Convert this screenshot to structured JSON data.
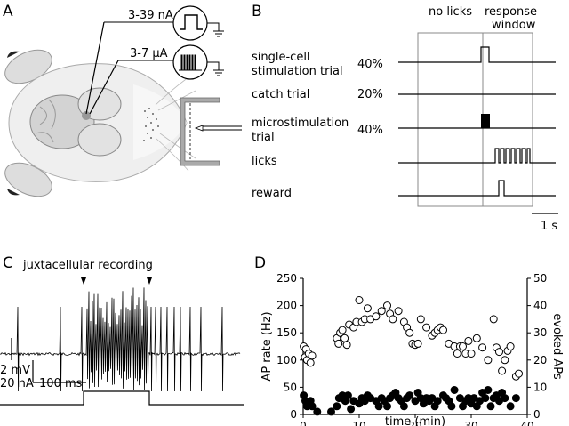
{
  "panels": {
    "a": {
      "letter": "A",
      "current_label": "3-39 nA",
      "micro_label": "3-7 μA"
    },
    "b": {
      "letter": "B",
      "window_no_licks": "no licks",
      "window_response_l1": "response",
      "window_response_l2": "window",
      "rows": [
        {
          "label_lines": [
            "single-cell",
            "stimulation trial"
          ],
          "pct": "40%"
        },
        {
          "label_lines": [
            "catch trial"
          ],
          "pct": "20%"
        },
        {
          "label_lines": [
            "microstimulation",
            "trial"
          ],
          "pct": "40%"
        },
        {
          "label_lines": [
            "licks"
          ],
          "pct": ""
        },
        {
          "label_lines": [
            "reward"
          ],
          "pct": ""
        }
      ],
      "scale_label": "1 s"
    },
    "c": {
      "letter": "C",
      "title": "juxtacellular recording",
      "scale_mv": "2 mV",
      "scale_na": "20 nA",
      "scale_ms": "100 ms"
    },
    "d": {
      "letter": "D"
    }
  },
  "chart_data": {
    "type": "scatter",
    "xlabel": "time (min)",
    "ylabel": "AP rate (Hz)",
    "y2label": "evoked APs",
    "xlim": [
      0,
      40
    ],
    "ylim": [
      0,
      250
    ],
    "y2lim": [
      0,
      50
    ],
    "xticks": [
      "0",
      "10",
      "20",
      "30",
      "40"
    ],
    "yticks": [
      "0",
      "50",
      "100",
      "150",
      "200",
      "250"
    ],
    "y2ticks": [
      "0",
      "10",
      "20",
      "30",
      "40",
      "50"
    ],
    "series": [
      {
        "axis": "left",
        "marker": "open-circle",
        "points": [
          [
            0.1,
            125
          ],
          [
            0.3,
            105
          ],
          [
            0.5,
            120
          ],
          [
            0.7,
            100
          ],
          [
            1.0,
            112
          ],
          [
            1.3,
            95
          ],
          [
            1.6,
            108
          ],
          [
            6.0,
            140
          ],
          [
            6.3,
            130
          ],
          [
            6.6,
            150
          ],
          [
            7.0,
            155
          ],
          [
            7.4,
            140
          ],
          [
            7.8,
            128
          ],
          [
            8.2,
            165
          ],
          [
            9.0,
            160
          ],
          [
            9.5,
            170
          ],
          [
            10.0,
            210
          ],
          [
            10.5,
            170
          ],
          [
            11.0,
            175
          ],
          [
            11.5,
            195
          ],
          [
            12.0,
            175
          ],
          [
            13.0,
            180
          ],
          [
            14.0,
            190
          ],
          [
            15.0,
            200
          ],
          [
            15.5,
            185
          ],
          [
            16.0,
            175
          ],
          [
            17.0,
            190
          ],
          [
            18.0,
            170
          ],
          [
            18.5,
            160
          ],
          [
            19.0,
            150
          ],
          [
            19.5,
            130
          ],
          [
            20.0,
            128
          ],
          [
            20.5,
            130
          ],
          [
            21.0,
            175
          ],
          [
            22.0,
            160
          ],
          [
            23.0,
            145
          ],
          [
            23.5,
            150
          ],
          [
            24.0,
            155
          ],
          [
            24.5,
            160
          ],
          [
            25.0,
            155
          ],
          [
            26.0,
            130
          ],
          [
            27.0,
            125
          ],
          [
            27.5,
            112
          ],
          [
            28.0,
            125
          ],
          [
            28.5,
            125
          ],
          [
            29.0,
            112
          ],
          [
            29.5,
            135
          ],
          [
            30.0,
            112
          ],
          [
            31.0,
            140
          ],
          [
            32.0,
            123
          ],
          [
            33.0,
            100
          ],
          [
            34.0,
            175
          ],
          [
            34.5,
            123
          ],
          [
            35.0,
            115
          ],
          [
            35.5,
            80
          ],
          [
            36.0,
            100
          ],
          [
            36.5,
            117
          ],
          [
            37.0,
            125
          ],
          [
            38.0,
            70
          ],
          [
            38.5,
            75
          ]
        ]
      },
      {
        "axis": "right",
        "marker": "filled-circle",
        "points": [
          [
            0.1,
            7
          ],
          [
            0.4,
            5
          ],
          [
            0.7,
            3
          ],
          [
            1.0,
            4
          ],
          [
            1.3,
            5
          ],
          [
            1.6,
            3
          ],
          [
            2.5,
            1
          ],
          [
            5.0,
            1
          ],
          [
            6.0,
            3
          ],
          [
            6.4,
            6
          ],
          [
            7.0,
            7
          ],
          [
            7.5,
            5
          ],
          [
            8.0,
            7
          ],
          [
            8.5,
            2
          ],
          [
            9.0,
            5
          ],
          [
            10.0,
            4
          ],
          [
            10.5,
            6
          ],
          [
            11.0,
            5
          ],
          [
            11.5,
            7
          ],
          [
            12.0,
            6
          ],
          [
            13.0,
            5
          ],
          [
            13.5,
            3
          ],
          [
            14.0,
            6
          ],
          [
            14.5,
            5
          ],
          [
            15.0,
            3
          ],
          [
            15.5,
            6
          ],
          [
            16.0,
            7
          ],
          [
            16.5,
            8
          ],
          [
            17.0,
            6
          ],
          [
            17.5,
            5
          ],
          [
            18.0,
            3
          ],
          [
            18.5,
            6
          ],
          [
            19.0,
            7
          ],
          [
            20.0,
            5
          ],
          [
            20.5,
            8
          ],
          [
            21.0,
            6
          ],
          [
            21.5,
            4
          ],
          [
            22.0,
            6
          ],
          [
            22.5,
            5
          ],
          [
            23.0,
            6
          ],
          [
            23.5,
            3
          ],
          [
            24.0,
            5
          ],
          [
            25.0,
            7
          ],
          [
            25.5,
            6
          ],
          [
            26.0,
            5
          ],
          [
            26.5,
            3
          ],
          [
            27.0,
            9
          ],
          [
            28.0,
            6
          ],
          [
            28.5,
            3
          ],
          [
            29.0,
            5
          ],
          [
            29.5,
            6
          ],
          [
            30.0,
            4
          ],
          [
            30.5,
            6
          ],
          [
            31.0,
            3
          ],
          [
            31.5,
            5
          ],
          [
            32.0,
            8
          ],
          [
            32.5,
            6
          ],
          [
            33.0,
            9
          ],
          [
            33.5,
            3
          ],
          [
            34.0,
            6
          ],
          [
            34.5,
            7
          ],
          [
            35.0,
            5
          ],
          [
            35.5,
            8
          ],
          [
            36.0,
            6
          ],
          [
            37.0,
            3
          ],
          [
            38.0,
            6
          ]
        ]
      }
    ]
  }
}
